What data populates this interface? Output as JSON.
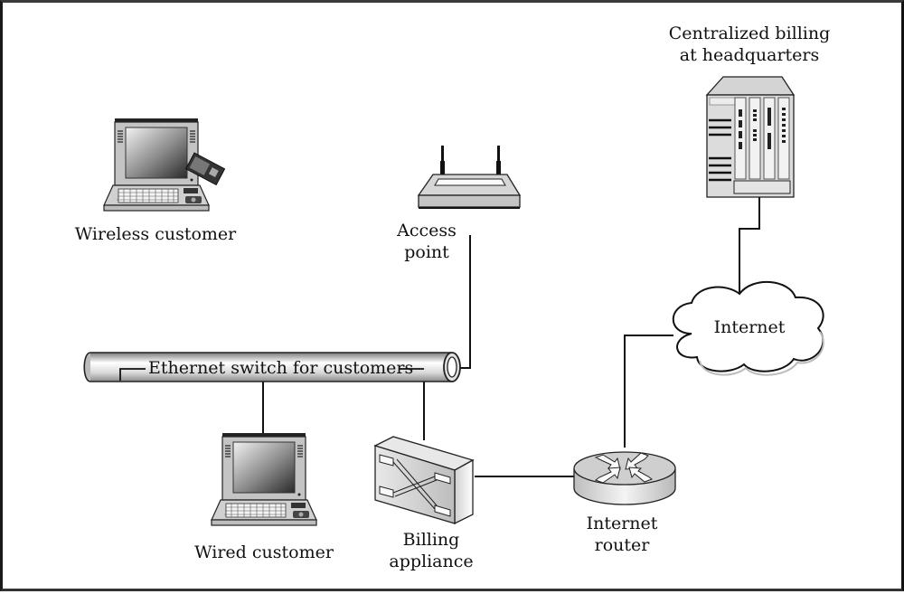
{
  "diagram": {
    "nodes": [
      {
        "id": "wireless-customer",
        "type": "laptop-with-wireless-card",
        "label": "Wireless customer"
      },
      {
        "id": "access-point",
        "type": "wireless-access-point",
        "label_lines": [
          "Access",
          "point"
        ]
      },
      {
        "id": "central-billing",
        "type": "server-rack",
        "label_lines": [
          "Centralized billing",
          "at headquarters"
        ]
      },
      {
        "id": "internet",
        "type": "cloud",
        "label": "Internet"
      },
      {
        "id": "ethernet-switch",
        "type": "ethernet-bus",
        "label": "Ethernet switch for customers"
      },
      {
        "id": "wired-customer",
        "type": "laptop",
        "label": "Wired customer"
      },
      {
        "id": "billing-appliance",
        "type": "switch-appliance",
        "label_lines": [
          "Billing",
          "appliance"
        ]
      },
      {
        "id": "internet-router",
        "type": "router",
        "label_lines": [
          "Internet",
          "router"
        ]
      }
    ],
    "edges": [
      {
        "from": "access-point",
        "to": "ethernet-switch"
      },
      {
        "from": "wired-customer",
        "to": "ethernet-switch"
      },
      {
        "from": "billing-appliance",
        "to": "ethernet-switch"
      },
      {
        "from": "billing-appliance",
        "to": "internet-router"
      },
      {
        "from": "internet-router",
        "to": "internet"
      },
      {
        "from": "internet",
        "to": "central-billing"
      }
    ]
  },
  "colors": {
    "line": "#111111",
    "device_fill": "#c8c8c8",
    "background": "#ffffff"
  }
}
